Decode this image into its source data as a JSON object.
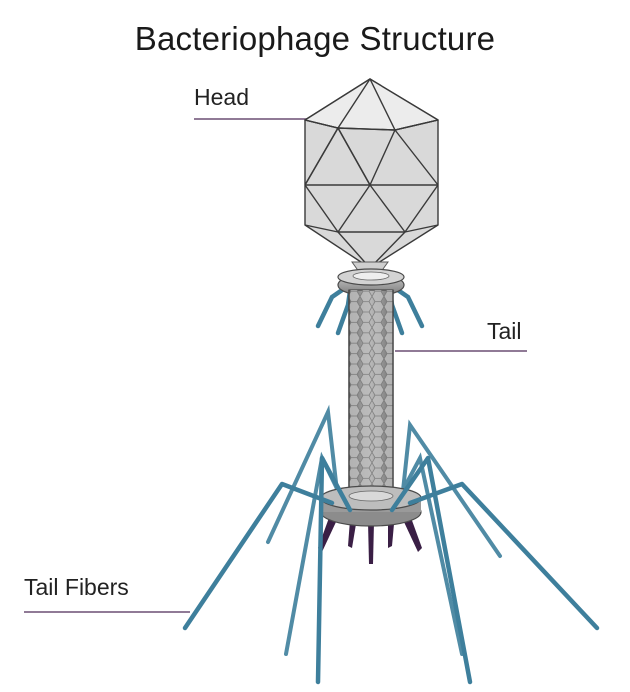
{
  "title": "Bacteriophage Structure",
  "labels": {
    "head": "Head",
    "tail": "Tail",
    "tail_fibers": "Tail Fibers"
  },
  "colors": {
    "background": "#ffffff",
    "capsid_fill": "#d9d9d9",
    "capsid_edge": "#3a3a3a",
    "collar": "#8e8e8e",
    "tail_sheath": "#9a9a9a",
    "fibers": "#3e7f9c",
    "spikes": "#3a1f45",
    "leader_lines": "#6b4f73"
  }
}
